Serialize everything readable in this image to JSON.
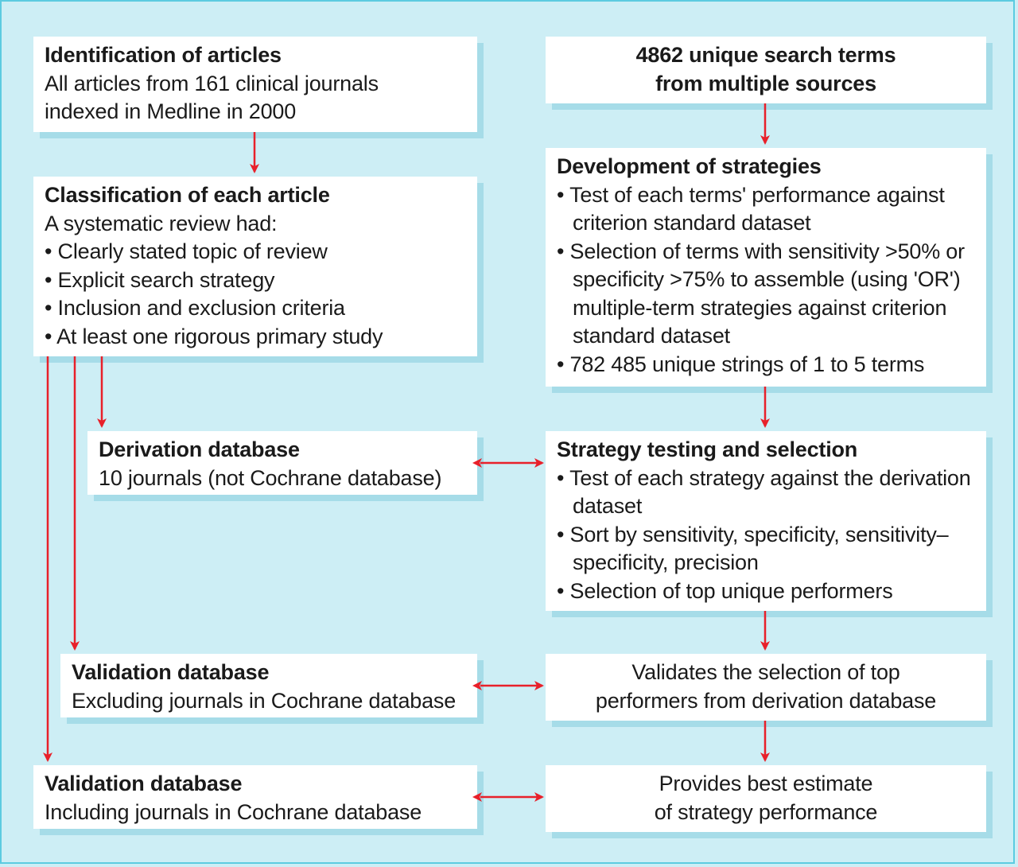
{
  "boxes": {
    "identification": {
      "title": "Identification of articles",
      "lines": [
        "All articles from 161 clinical journals",
        "indexed in Medline in 2000"
      ]
    },
    "classification": {
      "title": "Classification of each article",
      "intro": "A systematic review had:",
      "bullets": [
        "• Clearly stated topic of review",
        "• Explicit search strategy",
        "• Inclusion and exclusion criteria",
        "• At least one rigorous primary study"
      ]
    },
    "derivation_db": {
      "title": "Derivation database",
      "line": "10 journals (not Cochrane database)"
    },
    "validation_excl": {
      "title": "Validation database",
      "line": "Excluding journals in Cochrane database"
    },
    "validation_incl": {
      "title": "Validation database",
      "line": "Including journals in Cochrane database"
    },
    "search_terms": {
      "lines": [
        "4862 unique search terms",
        "from multiple sources"
      ]
    },
    "development": {
      "title": "Development of strategies",
      "bullets": [
        "• Test of each terms' performance against criterion standard dataset",
        "• Selection of terms with sensitivity >50% or specificity >75% to assemble (using 'OR') multiple-term strategies against criterion standard dataset",
        "• 782 485 unique strings of 1 to 5 terms"
      ]
    },
    "testing": {
      "title": "Strategy testing and selection",
      "bullets": [
        "• Test of each strategy against the derivation dataset",
        "• Sort by sensitivity, specificity, sensitivity–specificity, precision",
        "• Selection of top unique performers"
      ]
    },
    "validates": {
      "lines": [
        "Validates the selection of top",
        "performers from derivation database"
      ]
    },
    "estimate": {
      "lines": [
        "Provides best estimate",
        "of strategy performance"
      ]
    }
  },
  "colors": {
    "background": "#cdeef5",
    "border": "#5ccbe0",
    "shadow": "#a6dce8",
    "arrow": "#e8202a",
    "box": "#ffffff"
  }
}
